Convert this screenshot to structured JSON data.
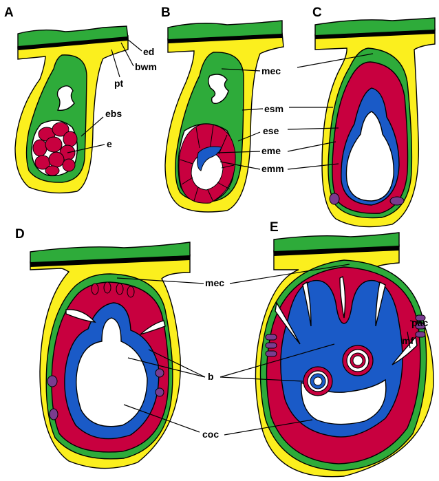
{
  "colors": {
    "epidermis_green": "#2eab3a",
    "mesoglea_yellow": "#fbef1e",
    "ectoderm_red": "#c8003f",
    "endoderm_blue": "#1a5ac7",
    "cuticle_black": "#000000",
    "cavity_white": "#ffffff",
    "purple_cell": "#7a3c8f"
  },
  "panels": {
    "a": {
      "letter": "A"
    },
    "b": {
      "letter": "B"
    },
    "c": {
      "letter": "C"
    },
    "d": {
      "letter": "D"
    },
    "e": {
      "letter": "E"
    }
  },
  "labels": {
    "ed": "ed",
    "bwm": "bwm",
    "pt": "pt",
    "ebs": "ebs",
    "e": "e",
    "mec_b": "mec",
    "esm": "esm",
    "ese": "ese",
    "eme": "eme",
    "emm": "emm",
    "mec_d": "mec",
    "b": "b",
    "coc": "coc",
    "pac": "pac",
    "mf": "mf"
  }
}
